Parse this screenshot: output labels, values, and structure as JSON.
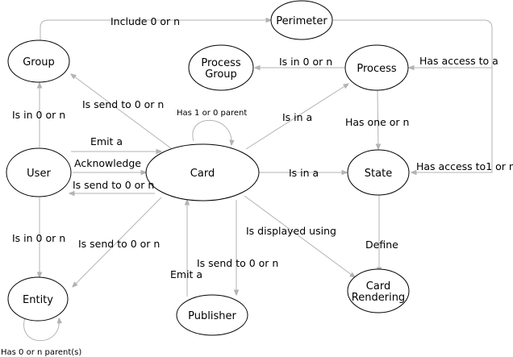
{
  "nodes": {
    "perimeter": "Perimeter",
    "group": "Group",
    "process_group_line1": "Process",
    "process_group_line2": "Group",
    "process": "Process",
    "user": "User",
    "card": "Card",
    "state": "State",
    "entity": "Entity",
    "publisher": "Publisher",
    "card_rendering_line1": "Card",
    "card_rendering_line2": "Rendering"
  },
  "edges": {
    "group_perimeter": "Include 0 or n",
    "process_processgroup": "Is in 0 or n",
    "perimeter_process": "Has access to a",
    "user_group": "Is in 0 or n",
    "card_group": "Is send to 0 or n",
    "card_self": "Has 1 or 0 parent",
    "card_process": "Is in a",
    "process_state": "Has one or n",
    "user_card_emit": "Emit a",
    "user_card_ack": "Acknowledge",
    "card_user": "Is send to 0 or n",
    "card_state": "Is in a",
    "perimeter_state": "Has access to1 or n",
    "card_rendering": "Is  displayed using",
    "user_entity": "Is in 0 or n",
    "card_entity": "Is send to 0 or n",
    "state_rendering": "Define",
    "publisher_card": "Emit a",
    "card_publisher": "Is send to 0 or n",
    "entity_self": "Has 0 or n parent(s)"
  }
}
